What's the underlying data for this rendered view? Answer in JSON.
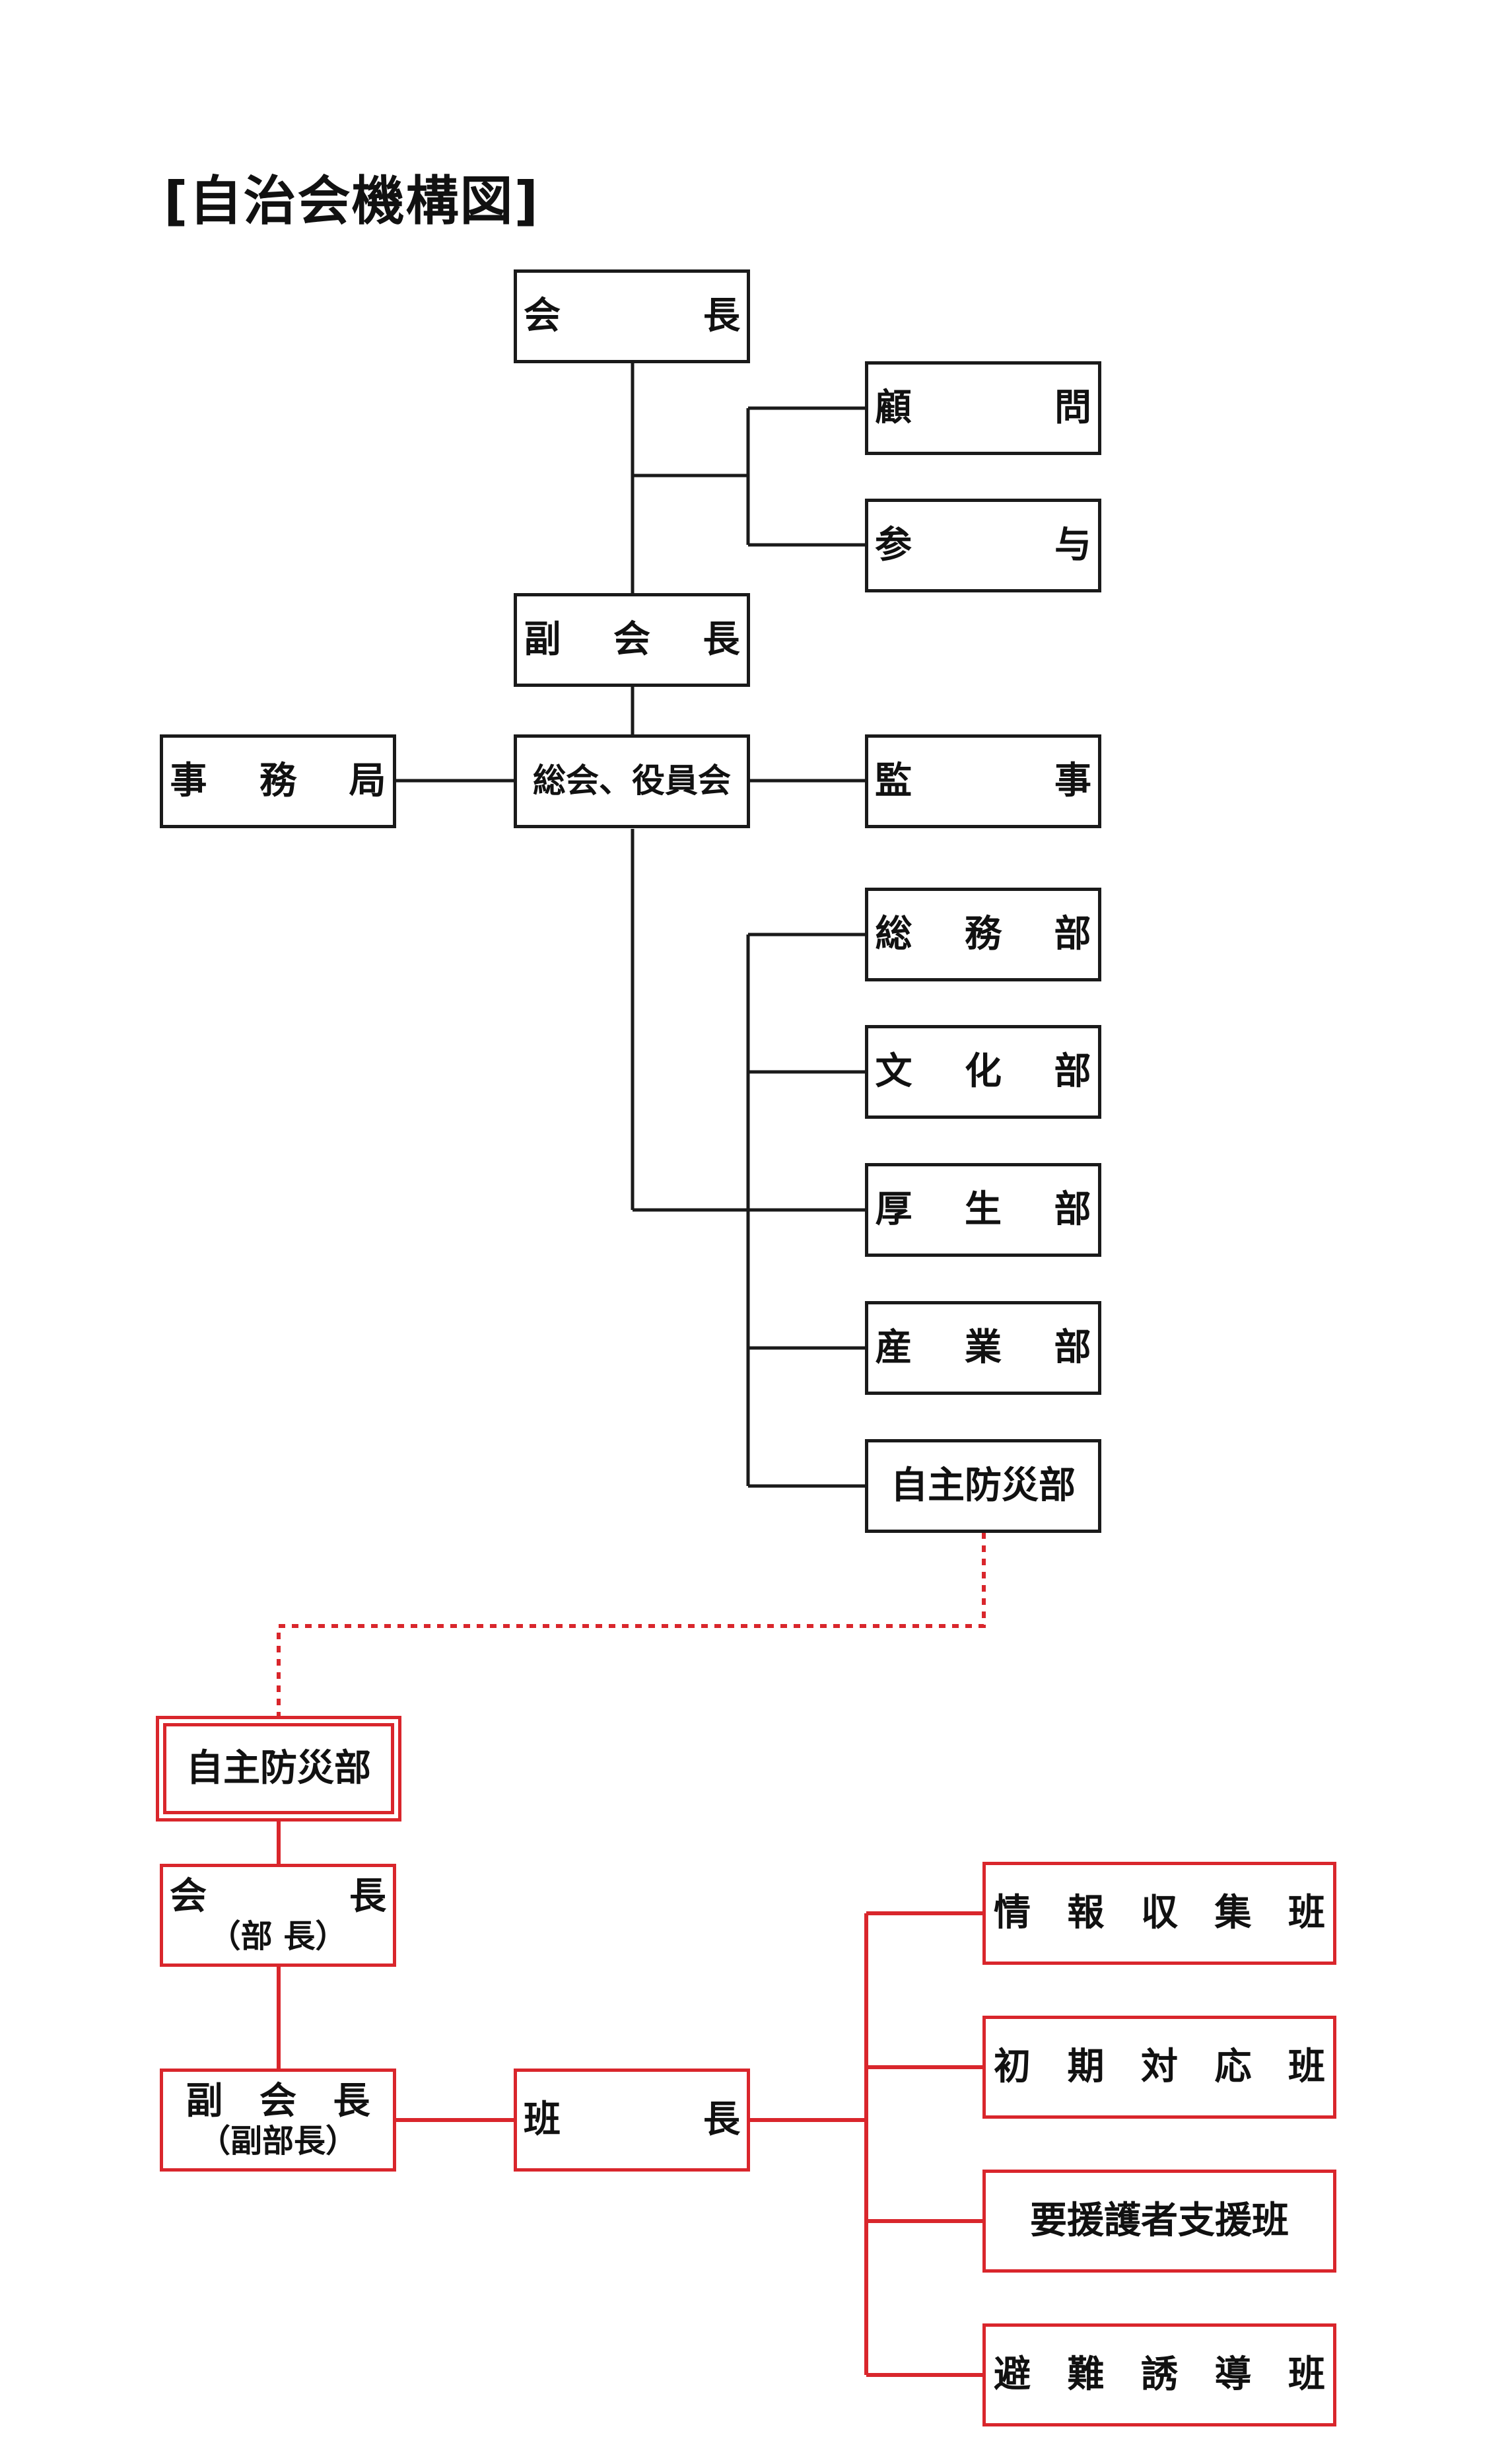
{
  "title": "[自治会機構図]",
  "org": {
    "president": "会　長",
    "advisor": "顧　問",
    "counselor": "参　与",
    "vice_president": "副 会 長",
    "general_meeting": "総会、役員会",
    "secretariat": "事 務 局",
    "auditor": "監　事",
    "departments": [
      "総 務 部",
      "文 化 部",
      "厚 生 部",
      "産 業 部",
      "自主防災部"
    ]
  },
  "disaster": {
    "head": "自主防災部",
    "chief": {
      "title": "会　長",
      "note": "（部 長）"
    },
    "vice_chief": {
      "title": "副 会 長",
      "note": "（副部長）"
    },
    "team_leader": "班　長",
    "teams": [
      "情 報 収 集 班",
      "初 期 対 応 班",
      "要援護者支援班",
      "避 難 誘 導 班"
    ]
  },
  "colors": {
    "line_black": "#1a1a1a",
    "line_red": "#d9262c"
  }
}
